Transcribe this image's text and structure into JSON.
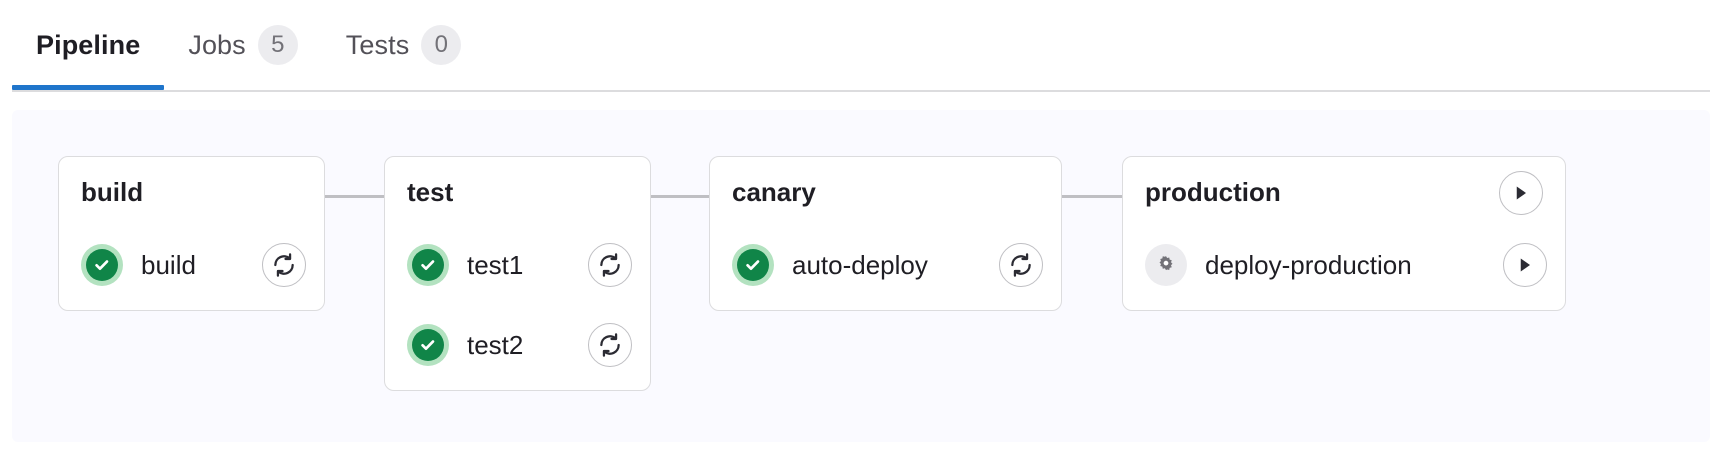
{
  "tabs": [
    {
      "label": "Pipeline",
      "badge": null,
      "active": true
    },
    {
      "label": "Jobs",
      "badge": "5",
      "active": false
    },
    {
      "label": "Tests",
      "badge": "0",
      "active": false
    }
  ],
  "colors": {
    "active_tab_accent": "#1f75cb",
    "success_green": "#108548",
    "success_halo": "#b3e2c0",
    "manual_gray": "#ececef",
    "canvas_bg": "#fafaff",
    "card_border": "#dcdcde",
    "connector": "#bfbfc3"
  },
  "pipeline": {
    "stages": [
      {
        "name": "build",
        "header_action": null,
        "jobs": [
          {
            "name": "build",
            "status": "success",
            "status_icon": "check-circle-icon",
            "action": "retry",
            "action_icon": "retry-icon"
          }
        ]
      },
      {
        "name": "test",
        "header_action": null,
        "jobs": [
          {
            "name": "test1",
            "status": "success",
            "status_icon": "check-circle-icon",
            "action": "retry",
            "action_icon": "retry-icon"
          },
          {
            "name": "test2",
            "status": "success",
            "status_icon": "check-circle-icon",
            "action": "retry",
            "action_icon": "retry-icon"
          }
        ]
      },
      {
        "name": "canary",
        "header_action": null,
        "jobs": [
          {
            "name": "auto-deploy",
            "status": "success",
            "status_icon": "check-circle-icon",
            "action": "retry",
            "action_icon": "retry-icon"
          }
        ]
      },
      {
        "name": "production",
        "header_action": {
          "action": "play",
          "action_icon": "play-icon"
        },
        "jobs": [
          {
            "name": "deploy-production",
            "status": "manual",
            "status_icon": "gear-icon",
            "action": "play",
            "action_icon": "play-icon"
          }
        ]
      }
    ]
  }
}
